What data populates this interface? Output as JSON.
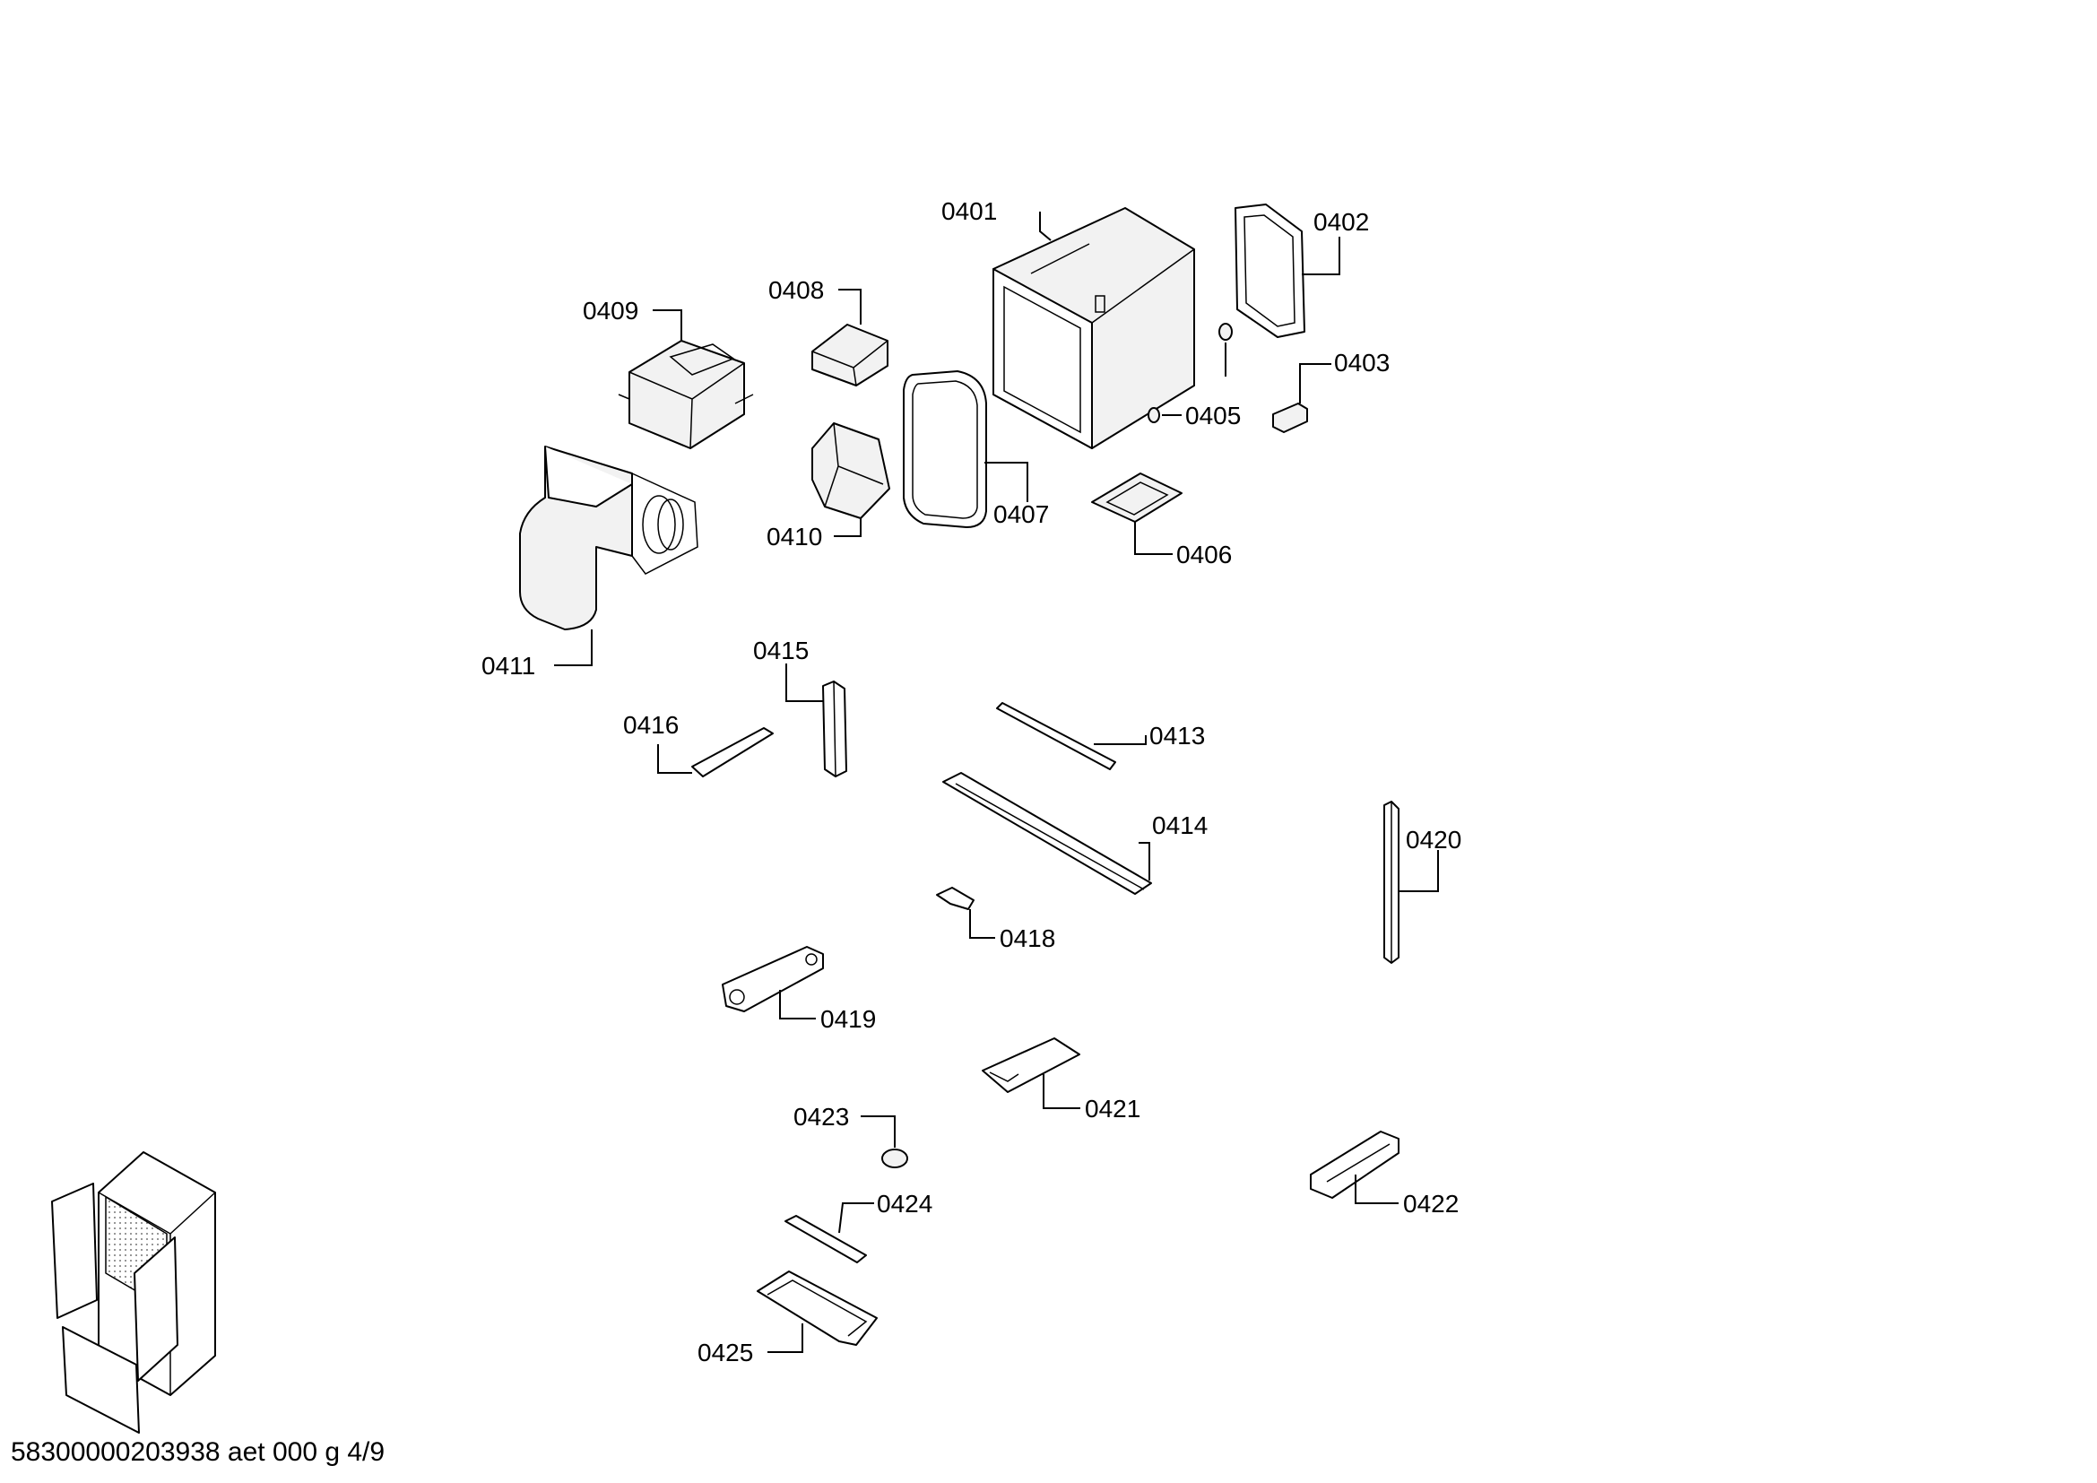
{
  "diagram": {
    "callouts": [
      {
        "id": "0401"
      },
      {
        "id": "0402"
      },
      {
        "id": "0403"
      },
      {
        "id": "0405"
      },
      {
        "id": "0406"
      },
      {
        "id": "0407"
      },
      {
        "id": "0408"
      },
      {
        "id": "0409"
      },
      {
        "id": "0410"
      },
      {
        "id": "0411"
      },
      {
        "id": "0413"
      },
      {
        "id": "0414"
      },
      {
        "id": "0415"
      },
      {
        "id": "0416"
      },
      {
        "id": "0418"
      },
      {
        "id": "0419"
      },
      {
        "id": "0420"
      },
      {
        "id": "0421"
      },
      {
        "id": "0422"
      },
      {
        "id": "0423"
      },
      {
        "id": "0424"
      },
      {
        "id": "0425"
      }
    ],
    "footer": "58300000203938 aet 000 g 4/9"
  }
}
